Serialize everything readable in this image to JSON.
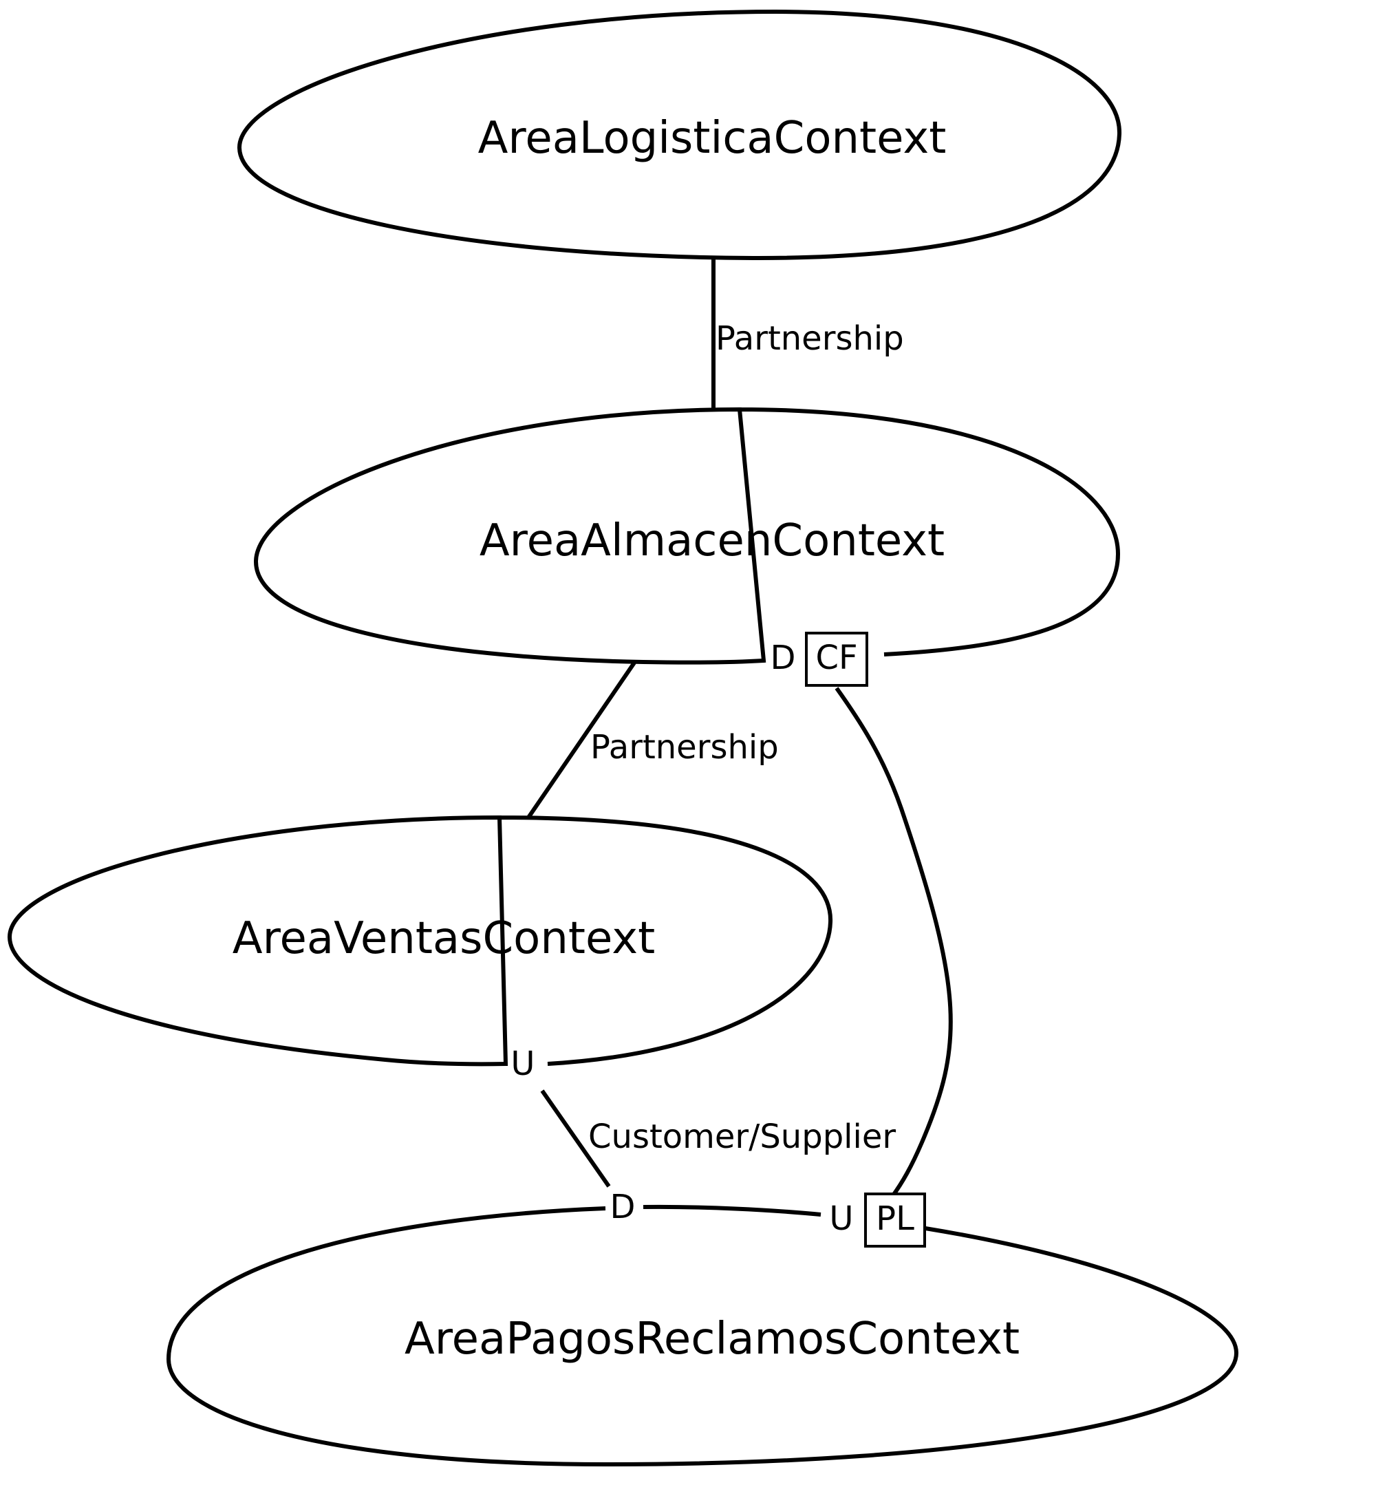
{
  "contexts": [
    {
      "id": "logistica",
      "name": "AreaLogisticaContext"
    },
    {
      "id": "almacen",
      "name": "AreaAlmacenContext"
    },
    {
      "id": "ventas",
      "name": "AreaVentasContext"
    },
    {
      "id": "pagos",
      "name": "AreaPagosReclamosContext"
    }
  ],
  "relationships": [
    {
      "from": "AreaLogisticaContext",
      "to": "AreaAlmacenContext",
      "label": "Partnership"
    },
    {
      "from": "AreaAlmacenContext",
      "to": "AreaVentasContext",
      "label": "Partnership"
    },
    {
      "from": "AreaVentasContext",
      "to": "AreaPagosReclamosContext",
      "label": "Customer/Supplier",
      "upstream_role": "U",
      "downstream_role": "D"
    },
    {
      "from": "AreaPagosReclamosContext",
      "to": "AreaAlmacenContext",
      "upstream_role": "U",
      "upstream_pattern": "PL",
      "downstream_role": "D",
      "downstream_pattern": "CF"
    }
  ]
}
